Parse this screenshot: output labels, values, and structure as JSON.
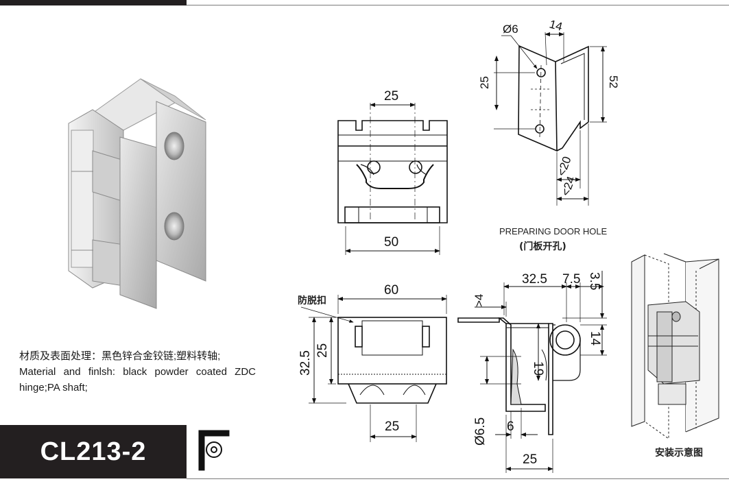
{
  "product": {
    "model": "CL213-2"
  },
  "description": {
    "zh": "材质及表面处理：黑色锌合金铰链;塑料转轴;",
    "en_line1": "Material and finlsh: black powder coated ZDC",
    "en_line2": "hinge;PA shaft;"
  },
  "front_view": {
    "dim_top": "25",
    "dim_bottom": "50"
  },
  "door_hole": {
    "dim_dia": "Ø6",
    "dim_14": "14",
    "dim_25": "25",
    "dim_52": "52",
    "dim_20": "<20",
    "dim_24": "<24",
    "caption_en": "PREPARING DOOR HOLE",
    "caption_zh": "(门板开孔)"
  },
  "bottom_view": {
    "callout": "防脱扣",
    "dim_60": "60",
    "dim_32_5": "32.5",
    "dim_25_v": "25",
    "dim_25_h": "25"
  },
  "side_view": {
    "dim_32_5": "32.5",
    "dim_7_5": "7.5",
    "dim_3_5": "3.5",
    "dim_gt4": ">4",
    "dim_19": "19",
    "dim_14": "14",
    "dim_6_5": "Ø6.5",
    "dim_6": "6",
    "dim_25": "25"
  },
  "installation": {
    "caption": "安装示意图"
  }
}
